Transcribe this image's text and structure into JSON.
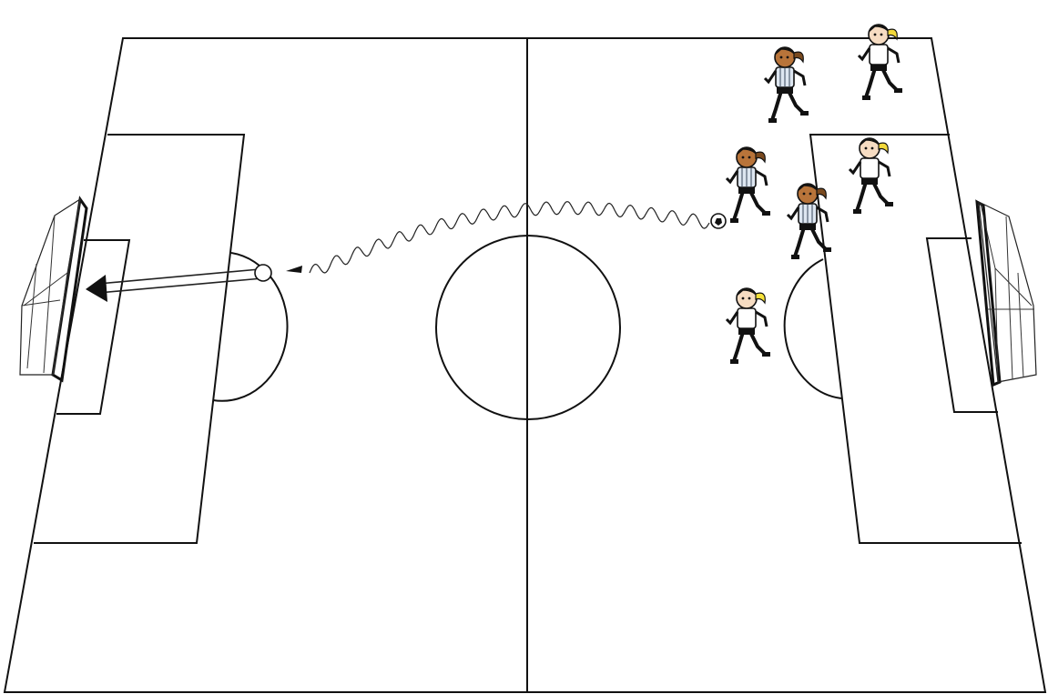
{
  "pitch": {
    "line_color": "#111111",
    "background": "#ffffff"
  },
  "ball": {
    "color": "#ffffff",
    "stroke": "#111111"
  },
  "players": [
    {
      "team": "striped",
      "hair": "#7a4a1f",
      "skin": "#b8743a",
      "shirt": "#dde6f0"
    },
    {
      "team": "white",
      "hair": "#f2d83a",
      "skin": "#f6dcc2",
      "shirt": "#ffffff"
    },
    {
      "team": "striped",
      "hair": "#7a4a1f",
      "skin": "#b8743a",
      "shirt": "#dde6f0"
    },
    {
      "team": "white",
      "hair": "#f2d83a",
      "skin": "#f6dcc2",
      "shirt": "#ffffff"
    },
    {
      "team": "striped",
      "hair": "#7a4a1f",
      "skin": "#b8743a",
      "shirt": "#dde6f0"
    },
    {
      "team": "white",
      "hair": "#f6e23a",
      "skin": "#f6dcc2",
      "shirt": "#ffffff"
    }
  ]
}
